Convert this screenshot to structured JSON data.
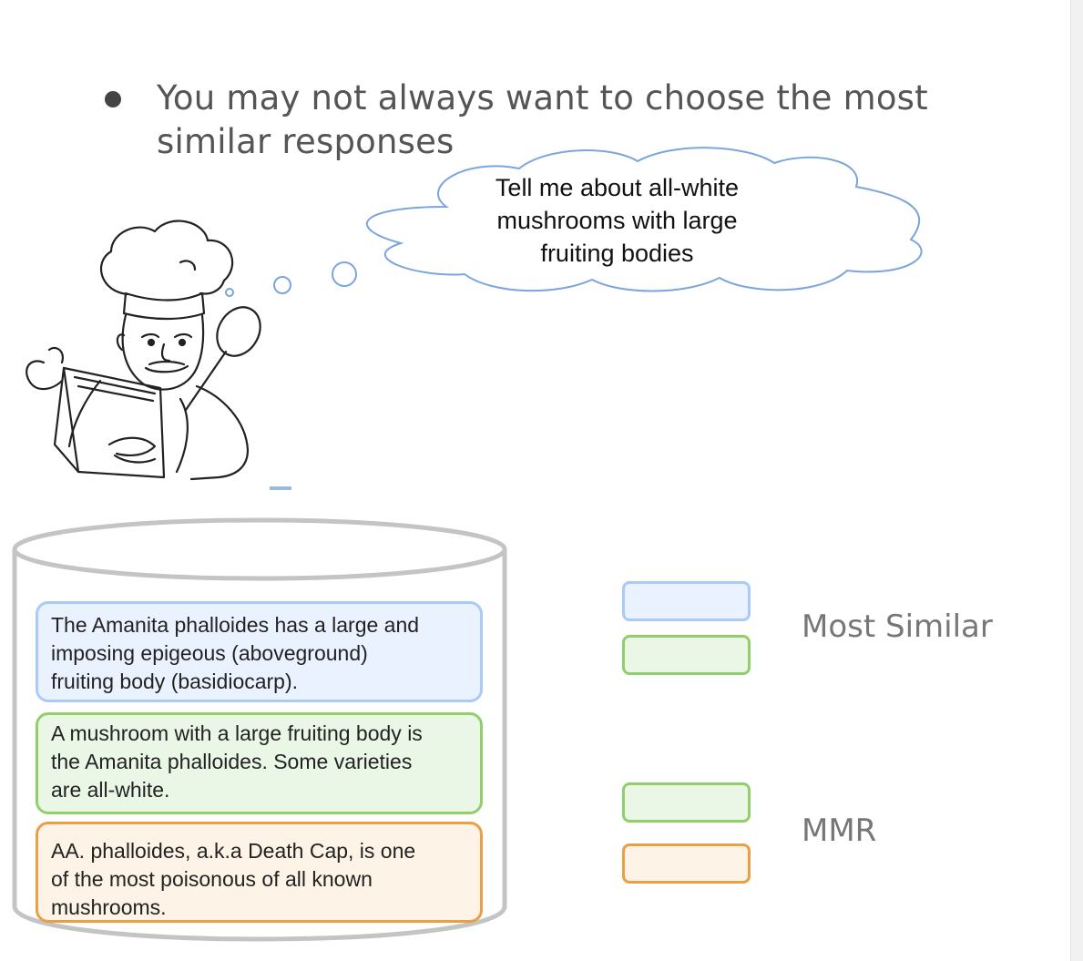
{
  "slide": {
    "bullet_line_1": "You may not always want to choose the most",
    "bullet_line_2": "similar  responses"
  },
  "query_bubble": {
    "lines": [
      "Tell me about all-white",
      "mushrooms with large",
      "fruiting bodies"
    ]
  },
  "documents": [
    {
      "color": "blue",
      "lines": [
        "The Amanita phalloides has a large and",
        "imposing epigeous (aboveground)",
        "fruiting body (basidiocarp)."
      ]
    },
    {
      "color": "green",
      "lines": [
        "A mushroom with a large fruiting body is",
        "the Amanita phalloides. Some varieties",
        "are all-white."
      ]
    },
    {
      "color": "orange",
      "lines": [
        "AA. phalloides, a.k.a Death Cap, is one",
        "of the most poisonous of all known",
        "mushrooms."
      ]
    }
  ],
  "legend": {
    "most_similar_label": "Most Similar",
    "mmr_label": "MMR"
  },
  "colors": {
    "blue_fill": "#eaf2ff",
    "blue_border": "#aacbf5",
    "green_fill": "#eaf7e6",
    "green_border": "#92cf6b",
    "orange_fill": "#fdf3e6",
    "orange_border": "#e99f45",
    "bubble_stroke": "#7aa5dd"
  },
  "icons": {
    "bullet": "bullet-dot-icon",
    "chef": "chef-reading-book-illustration",
    "database": "database-cylinder-icon",
    "thought": "thought-cloud-icon"
  }
}
